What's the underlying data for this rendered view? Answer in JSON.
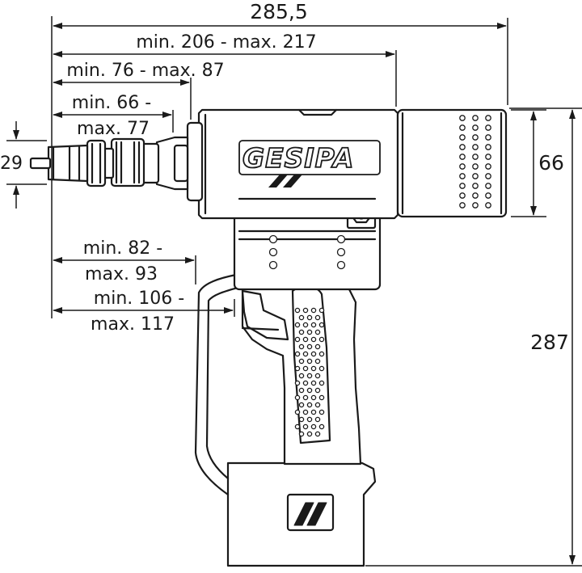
{
  "brand": {
    "logo_text": "GESIPA"
  },
  "dimensions": {
    "overall_length": "285,5",
    "length_range_1": "min. 206 - max. 217",
    "length_range_2": "min. 76 - max. 87",
    "nozzle_line_1": "min. 66 -",
    "nozzle_line_2": "max. 77",
    "nozzle_diameter": "29",
    "head_height": "66",
    "overall_height": "287",
    "trigger_line_1": "min. 82 -",
    "trigger_line_2": "max. 93",
    "grip_line_1": "min. 106 -",
    "grip_line_2": "max. 117"
  }
}
